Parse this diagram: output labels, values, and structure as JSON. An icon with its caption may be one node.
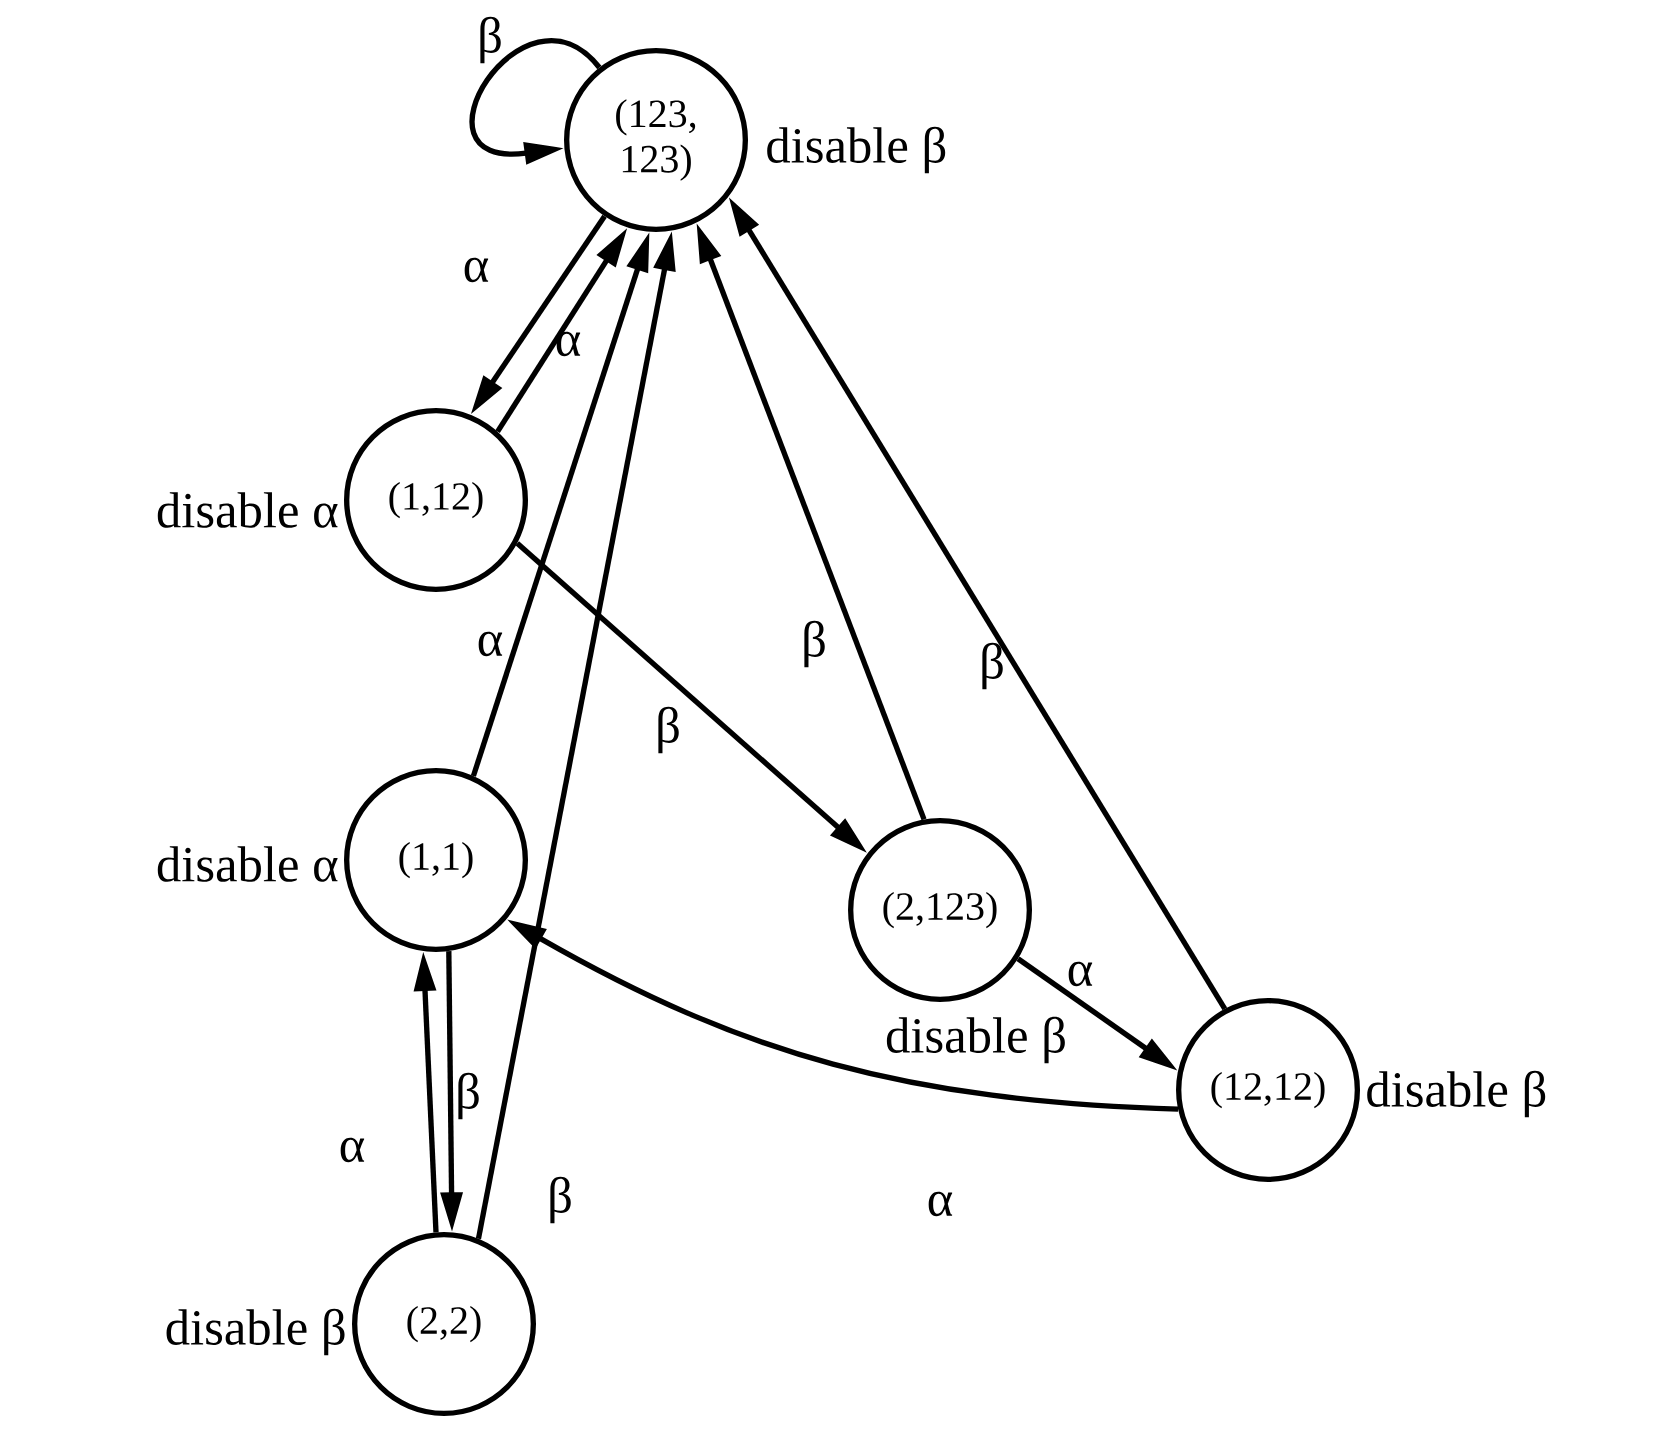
{
  "diagram": {
    "nodes": [
      {
        "text": [
          "(123, 123)"
        ],
        "beside": [
          "disable β"
        ]
      },
      {
        "text": [
          "(1,12)"
        ],
        "beside": [
          "disable α"
        ]
      },
      {
        "text": [
          "(1,1)"
        ],
        "beside": [
          "disable α"
        ]
      },
      {
        "text": [
          "(2,2)"
        ],
        "beside": [
          "disable β"
        ]
      },
      {
        "text": [
          "(2,123)"
        ],
        "beside": [
          "disable β"
        ]
      },
      {
        "text": [
          "(12,12)"
        ],
        "beside": [
          "disable β"
        ]
      }
    ],
    "edges": [
      {
        "from": 0,
        "to": 0,
        "arrow": "to",
        "label": "β"
      },
      {
        "from": 0,
        "to": 1,
        "arrow": "to",
        "label": "α"
      },
      {
        "from": 1,
        "to": 0,
        "arrow": "to",
        "label": "α"
      },
      {
        "from": 2,
        "to": 0,
        "arrow": "to",
        "label": "α"
      },
      {
        "from": 3,
        "to": 0,
        "arrow": "to",
        "label": "β"
      },
      {
        "from": 4,
        "to": 0,
        "arrow": "to",
        "label": "β"
      },
      {
        "from": 5,
        "to": 0,
        "arrow": "to",
        "label": "β"
      },
      {
        "from": 1,
        "to": 4,
        "arrow": "to",
        "label": "β"
      },
      {
        "from": 4,
        "to": 5,
        "arrow": "to",
        "label": "α"
      },
      {
        "from": 5,
        "to": 2,
        "arrow": "to",
        "label": "α"
      },
      {
        "from": 2,
        "to": 3,
        "arrow": "to",
        "label": "β"
      },
      {
        "from": 3,
        "to": 2,
        "arrow": "to",
        "label": "α"
      }
    ]
  }
}
